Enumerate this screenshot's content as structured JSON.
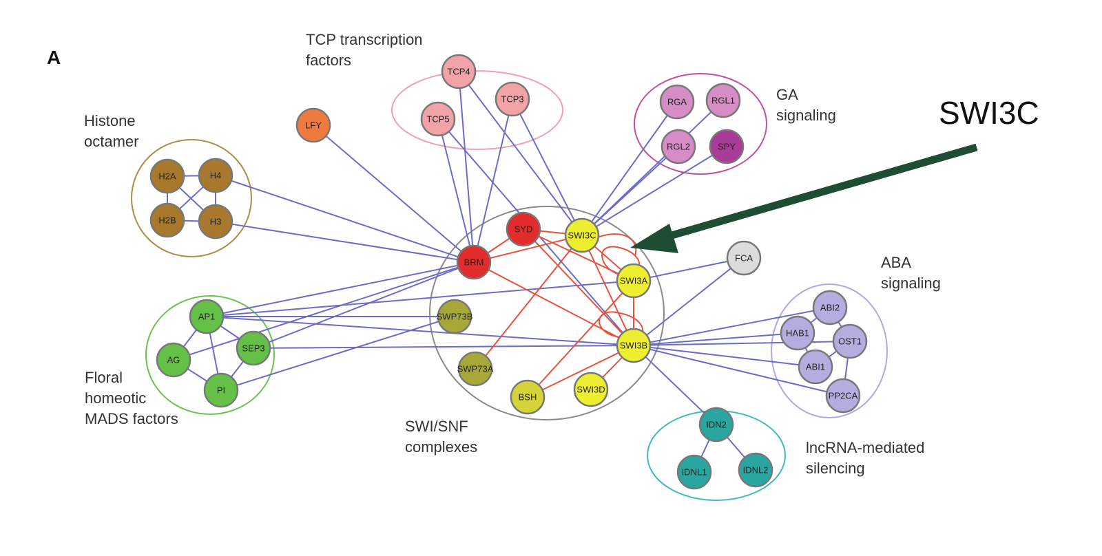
{
  "panel_label": "A",
  "callout": {
    "label": "SWI3C",
    "color": "#1e4d33"
  },
  "groups": [
    {
      "id": "tcp",
      "label_lines": [
        "TCP transcription",
        "factors"
      ],
      "color": "#f0a0b4"
    },
    {
      "id": "histone",
      "label_lines": [
        "Histone",
        "octamer"
      ],
      "color": "#b08a4a"
    },
    {
      "id": "ga",
      "label_lines": [
        "GA",
        "signaling"
      ],
      "color": "#c050a0"
    },
    {
      "id": "swisnf",
      "label_lines": [
        "SWI/SNF",
        "complexes"
      ],
      "color": "#8a8a8a"
    },
    {
      "id": "aba",
      "label_lines": [
        "ABA",
        "signaling"
      ],
      "color": "#b0a8e0"
    },
    {
      "id": "floral",
      "label_lines": [
        "Floral",
        "homeotic",
        "MADS factors"
      ],
      "color": "#6cc050"
    },
    {
      "id": "lncrna",
      "label_lines": [
        "lncRNA-mediated",
        "silencing"
      ],
      "color": "#40b8c0"
    }
  ],
  "nodes": [
    {
      "id": "TCP4",
      "label": "TCP4",
      "fill": "#f2a3a8"
    },
    {
      "id": "TCP3",
      "label": "TCP3",
      "fill": "#f2a3a8"
    },
    {
      "id": "TCP5",
      "label": "TCP5",
      "fill": "#f2a3a8"
    },
    {
      "id": "LFY",
      "label": "LFY",
      "fill": "#ee7a40"
    },
    {
      "id": "H2A",
      "label": "H2A",
      "fill": "#a8792c"
    },
    {
      "id": "H4",
      "label": "H4",
      "fill": "#a8792c"
    },
    {
      "id": "H2B",
      "label": "H2B",
      "fill": "#a8792c"
    },
    {
      "id": "H3",
      "label": "H3",
      "fill": "#a8792c"
    },
    {
      "id": "RGA",
      "label": "RGA",
      "fill": "#d68cc4"
    },
    {
      "id": "RGL1",
      "label": "RGL1",
      "fill": "#d68cc4"
    },
    {
      "id": "RGL2",
      "label": "RGL2",
      "fill": "#d68cc4"
    },
    {
      "id": "SPY",
      "label": "SPY",
      "fill": "#a83c98"
    },
    {
      "id": "SYD",
      "label": "SYD",
      "fill": "#e32c2c"
    },
    {
      "id": "SWI3C",
      "label": "SWI3C",
      "fill": "#eeee30"
    },
    {
      "id": "BRM",
      "label": "BRM",
      "fill": "#e32c2c"
    },
    {
      "id": "SWI3A",
      "label": "SWI3A",
      "fill": "#eeee30"
    },
    {
      "id": "SWP73B",
      "label": "SWP73B",
      "fill": "#a8a838"
    },
    {
      "id": "SWI3B",
      "label": "SWI3B",
      "fill": "#eeee30"
    },
    {
      "id": "SWP73A",
      "label": "SWP73A",
      "fill": "#a8a838"
    },
    {
      "id": "BSH",
      "label": "BSH",
      "fill": "#d4d43a"
    },
    {
      "id": "SWI3D",
      "label": "SWI3D",
      "fill": "#eeee30"
    },
    {
      "id": "FCA",
      "label": "FCA",
      "fill": "#dcdcdc"
    },
    {
      "id": "ABI2",
      "label": "ABI2",
      "fill": "#b4aee0"
    },
    {
      "id": "HAB1",
      "label": "HAB1",
      "fill": "#b4aee0"
    },
    {
      "id": "OST1",
      "label": "OST1",
      "fill": "#b4aee0"
    },
    {
      "id": "ABI1",
      "label": "ABI1",
      "fill": "#b4aee0"
    },
    {
      "id": "PP2CA",
      "label": "PP2CA",
      "fill": "#b4aee0"
    },
    {
      "id": "AP1",
      "label": "AP1",
      "fill": "#64c046"
    },
    {
      "id": "SEP3",
      "label": "SEP3",
      "fill": "#64c046"
    },
    {
      "id": "AG",
      "label": "AG",
      "fill": "#64c046"
    },
    {
      "id": "PI",
      "label": "PI",
      "fill": "#64c046"
    },
    {
      "id": "IDN2",
      "label": "IDN2",
      "fill": "#2aa6a0"
    },
    {
      "id": "IDNL1",
      "label": "IDNL1",
      "fill": "#2aa6a0"
    },
    {
      "id": "IDNL2",
      "label": "IDNL2",
      "fill": "#2aa6a0"
    }
  ],
  "edges_blue": [
    [
      "TCP4",
      "BRM"
    ],
    [
      "TCP4",
      "SWI3C"
    ],
    [
      "TCP5",
      "BRM"
    ],
    [
      "TCP5",
      "SWI3B"
    ],
    [
      "TCP3",
      "BRM"
    ],
    [
      "TCP3",
      "SWI3C"
    ],
    [
      "LFY",
      "BRM"
    ],
    [
      "H4",
      "BRM"
    ],
    [
      "H3",
      "BRM"
    ],
    [
      "H2A",
      "H4"
    ],
    [
      "H2A",
      "H2B"
    ],
    [
      "H2B",
      "H3"
    ],
    [
      "H4",
      "H3"
    ],
    [
      "H2A",
      "H3"
    ],
    [
      "H4",
      "H2B"
    ],
    [
      "RGA",
      "SWI3C"
    ],
    [
      "RGL1",
      "SWI3C"
    ],
    [
      "RGL2",
      "SWI3C"
    ],
    [
      "SPY",
      "SWI3C"
    ],
    [
      "AP1",
      "BRM"
    ],
    [
      "AP1",
      "SWP73B"
    ],
    [
      "AP1",
      "SWI3A"
    ],
    [
      "AP1",
      "SWI3B"
    ],
    [
      "AP1",
      "SEP3"
    ],
    [
      "AP1",
      "AG"
    ],
    [
      "AP1",
      "PI"
    ],
    [
      "SEP3",
      "BRM"
    ],
    [
      "SEP3",
      "SWI3B"
    ],
    [
      "SEP3",
      "PI"
    ],
    [
      "AG",
      "BRM"
    ],
    [
      "AG",
      "PI"
    ],
    [
      "PI",
      "SWP73B"
    ],
    [
      "FCA",
      "SWI3B"
    ],
    [
      "SWI3A",
      "FCA"
    ],
    [
      "SWI3B",
      "ABI2"
    ],
    [
      "SWI3B",
      "HAB1"
    ],
    [
      "SWI3B",
      "ABI1"
    ],
    [
      "SWI3B",
      "PP2CA"
    ],
    [
      "SWI3B",
      "OST1"
    ],
    [
      "ABI2",
      "HAB1"
    ],
    [
      "ABI2",
      "OST1"
    ],
    [
      "HAB1",
      "ABI1"
    ],
    [
      "OST1",
      "ABI1"
    ],
    [
      "OST1",
      "PP2CA"
    ],
    [
      "SWI3B",
      "IDN2"
    ],
    [
      "IDN2",
      "IDNL1"
    ],
    [
      "IDN2",
      "IDNL2"
    ]
  ],
  "edges_red": [
    [
      "BRM",
      "SYD"
    ],
    [
      "BRM",
      "SWI3C"
    ],
    [
      "SYD",
      "SWI3C"
    ],
    [
      "SYD",
      "SWI3A"
    ],
    [
      "SYD",
      "SWI3B"
    ],
    [
      "SWI3C",
      "SWP73A"
    ],
    [
      "SWI3C",
      "SWI3A"
    ],
    [
      "SWI3C",
      "SWI3B"
    ],
    [
      "SWI3A",
      "SWI3B"
    ],
    [
      "SWI3A",
      "BSH"
    ],
    [
      "SWI3B",
      "BSH"
    ],
    [
      "SWI3B",
      "SWI3D"
    ],
    [
      "BRM",
      "SWI3B"
    ]
  ]
}
